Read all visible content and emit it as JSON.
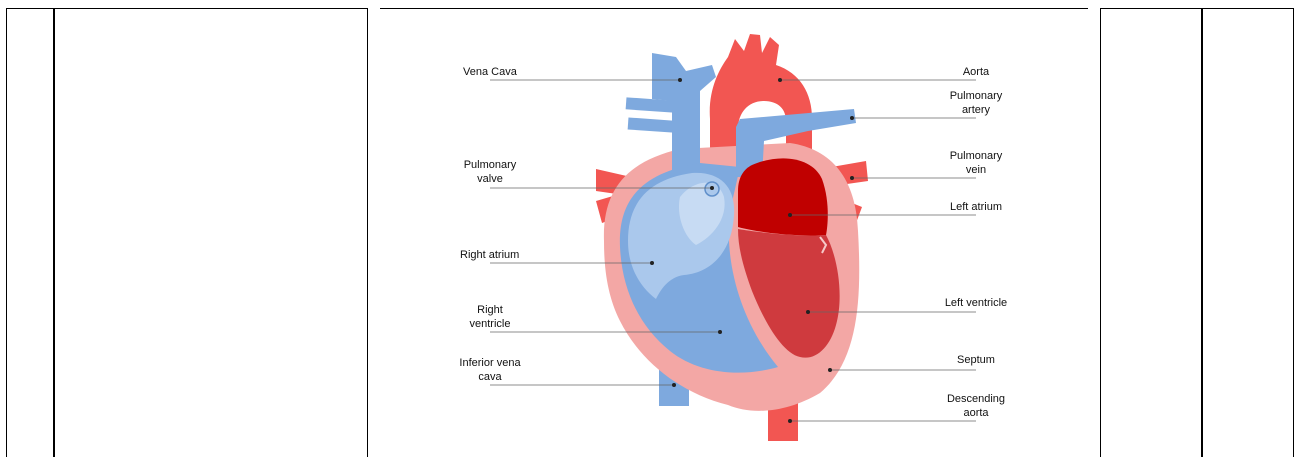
{
  "diagram": {
    "labels": {
      "vena_cava": "Vena Cava",
      "aorta": "Aorta",
      "pulmonary_artery_l1": "Pulmonary",
      "pulmonary_artery_l2": "artery",
      "pulmonary_valve_l1": "Pulmonary",
      "pulmonary_valve_l2": "valve",
      "pulmonary_vein_l1": "Pulmonary",
      "pulmonary_vein_l2": "vein",
      "left_atrium": "Left atrium",
      "right_atrium": "Right atrium",
      "left_ventricle": "Left ventricle",
      "right_ventricle_l1": "Right",
      "right_ventricle_l2": "ventricle",
      "septum": "Septum",
      "inferior_vena_cava_l1": "Inferior vena",
      "inferior_vena_cava_l2": "cava",
      "descending_aorta_l1": "Descending",
      "descending_aorta_l2": "aorta"
    },
    "colors": {
      "blue": "#7ea9de",
      "light_blue": "#aac8ec",
      "red": "#f25652",
      "dark_red": "#c00000",
      "ventricle_red": "#cf3a3e",
      "pink": "#f3a7a5"
    }
  }
}
